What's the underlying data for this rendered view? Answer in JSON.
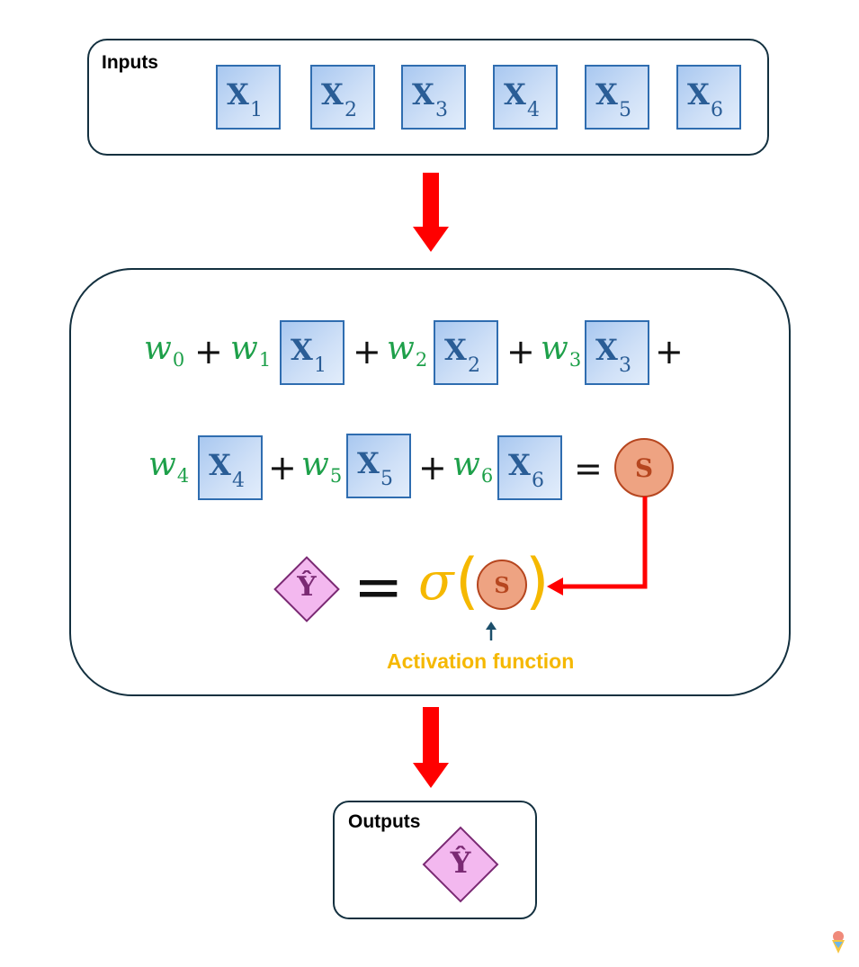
{
  "inputs_panel": {
    "title": "Inputs",
    "items": [
      {
        "letter": "X",
        "sub": "1"
      },
      {
        "letter": "X",
        "sub": "2"
      },
      {
        "letter": "X",
        "sub": "3"
      },
      {
        "letter": "X",
        "sub": "4"
      },
      {
        "letter": "X",
        "sub": "5"
      },
      {
        "letter": "X",
        "sub": "6"
      }
    ]
  },
  "equation": {
    "weight_letter": "w",
    "weights": [
      "0",
      "1",
      "2",
      "3",
      "4",
      "5",
      "6"
    ],
    "plus": "+",
    "equals": "=",
    "sum_symbol": "S",
    "output_symbol": "Ŷ",
    "sigma": "σ",
    "open_paren": "(",
    "close_paren": ")",
    "activation_label": "Activation function"
  },
  "outputs_panel": {
    "title": "Outputs",
    "symbol": "Ŷ"
  },
  "colors": {
    "arrow": "#ff0000",
    "weight": "#1ea04a",
    "input_text": "#2a5d96",
    "sum_fill": "#eea382",
    "output_fill": "#f3b8ef",
    "activation": "#f5b800"
  }
}
